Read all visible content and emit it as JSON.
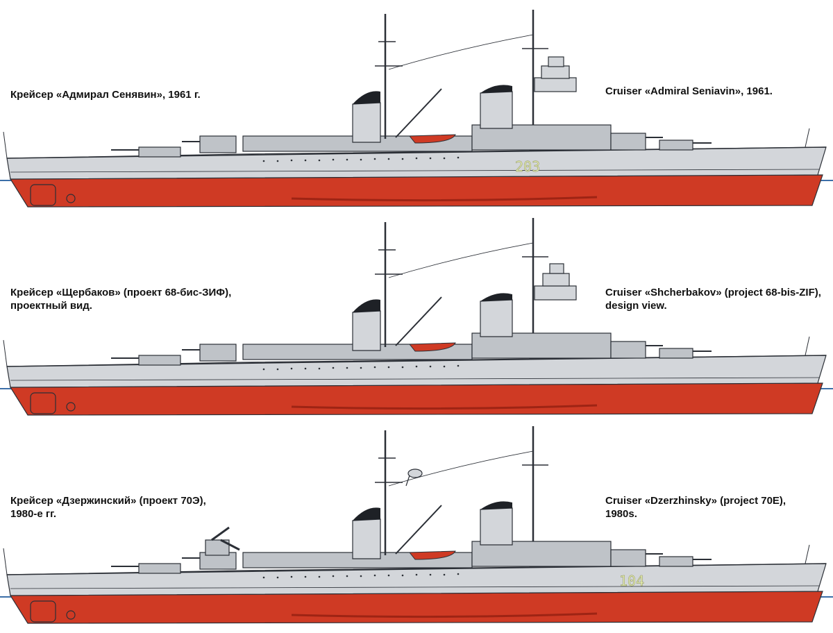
{
  "colors": {
    "hull_grey": "#d3d6da",
    "deck_grey": "#bfc3c8",
    "hull_red": "#cf3a24",
    "red_dark": "#9e2414",
    "outline": "#2b2f36",
    "waterline": "#3c6fa8",
    "funnel_cap": "#1e2126",
    "hull_number": "#e7efb4"
  },
  "ships": [
    {
      "caption_ru": [
        "Крейсер «Адмирал Сенявин», 1961 г."
      ],
      "caption_en": [
        "Cruiser «Admiral Seniavin», 1961."
      ],
      "hull_number": "203"
    },
    {
      "caption_ru": [
        "Крейсер «Щербаков» (проект 68-бис-ЗИФ),",
        "проектный вид."
      ],
      "caption_en": [
        "Cruiser «Shcherbakov» (project 68-bis-ZIF),",
        "design view."
      ],
      "hull_number": ""
    },
    {
      "caption_ru": [
        "Крейсер «Дзержинский» (проект 70Э),",
        "1980-е гг."
      ],
      "caption_en": [
        "Cruiser «Dzerzhinsky» (project 70E),",
        "1980s."
      ],
      "hull_number": "104"
    }
  ]
}
